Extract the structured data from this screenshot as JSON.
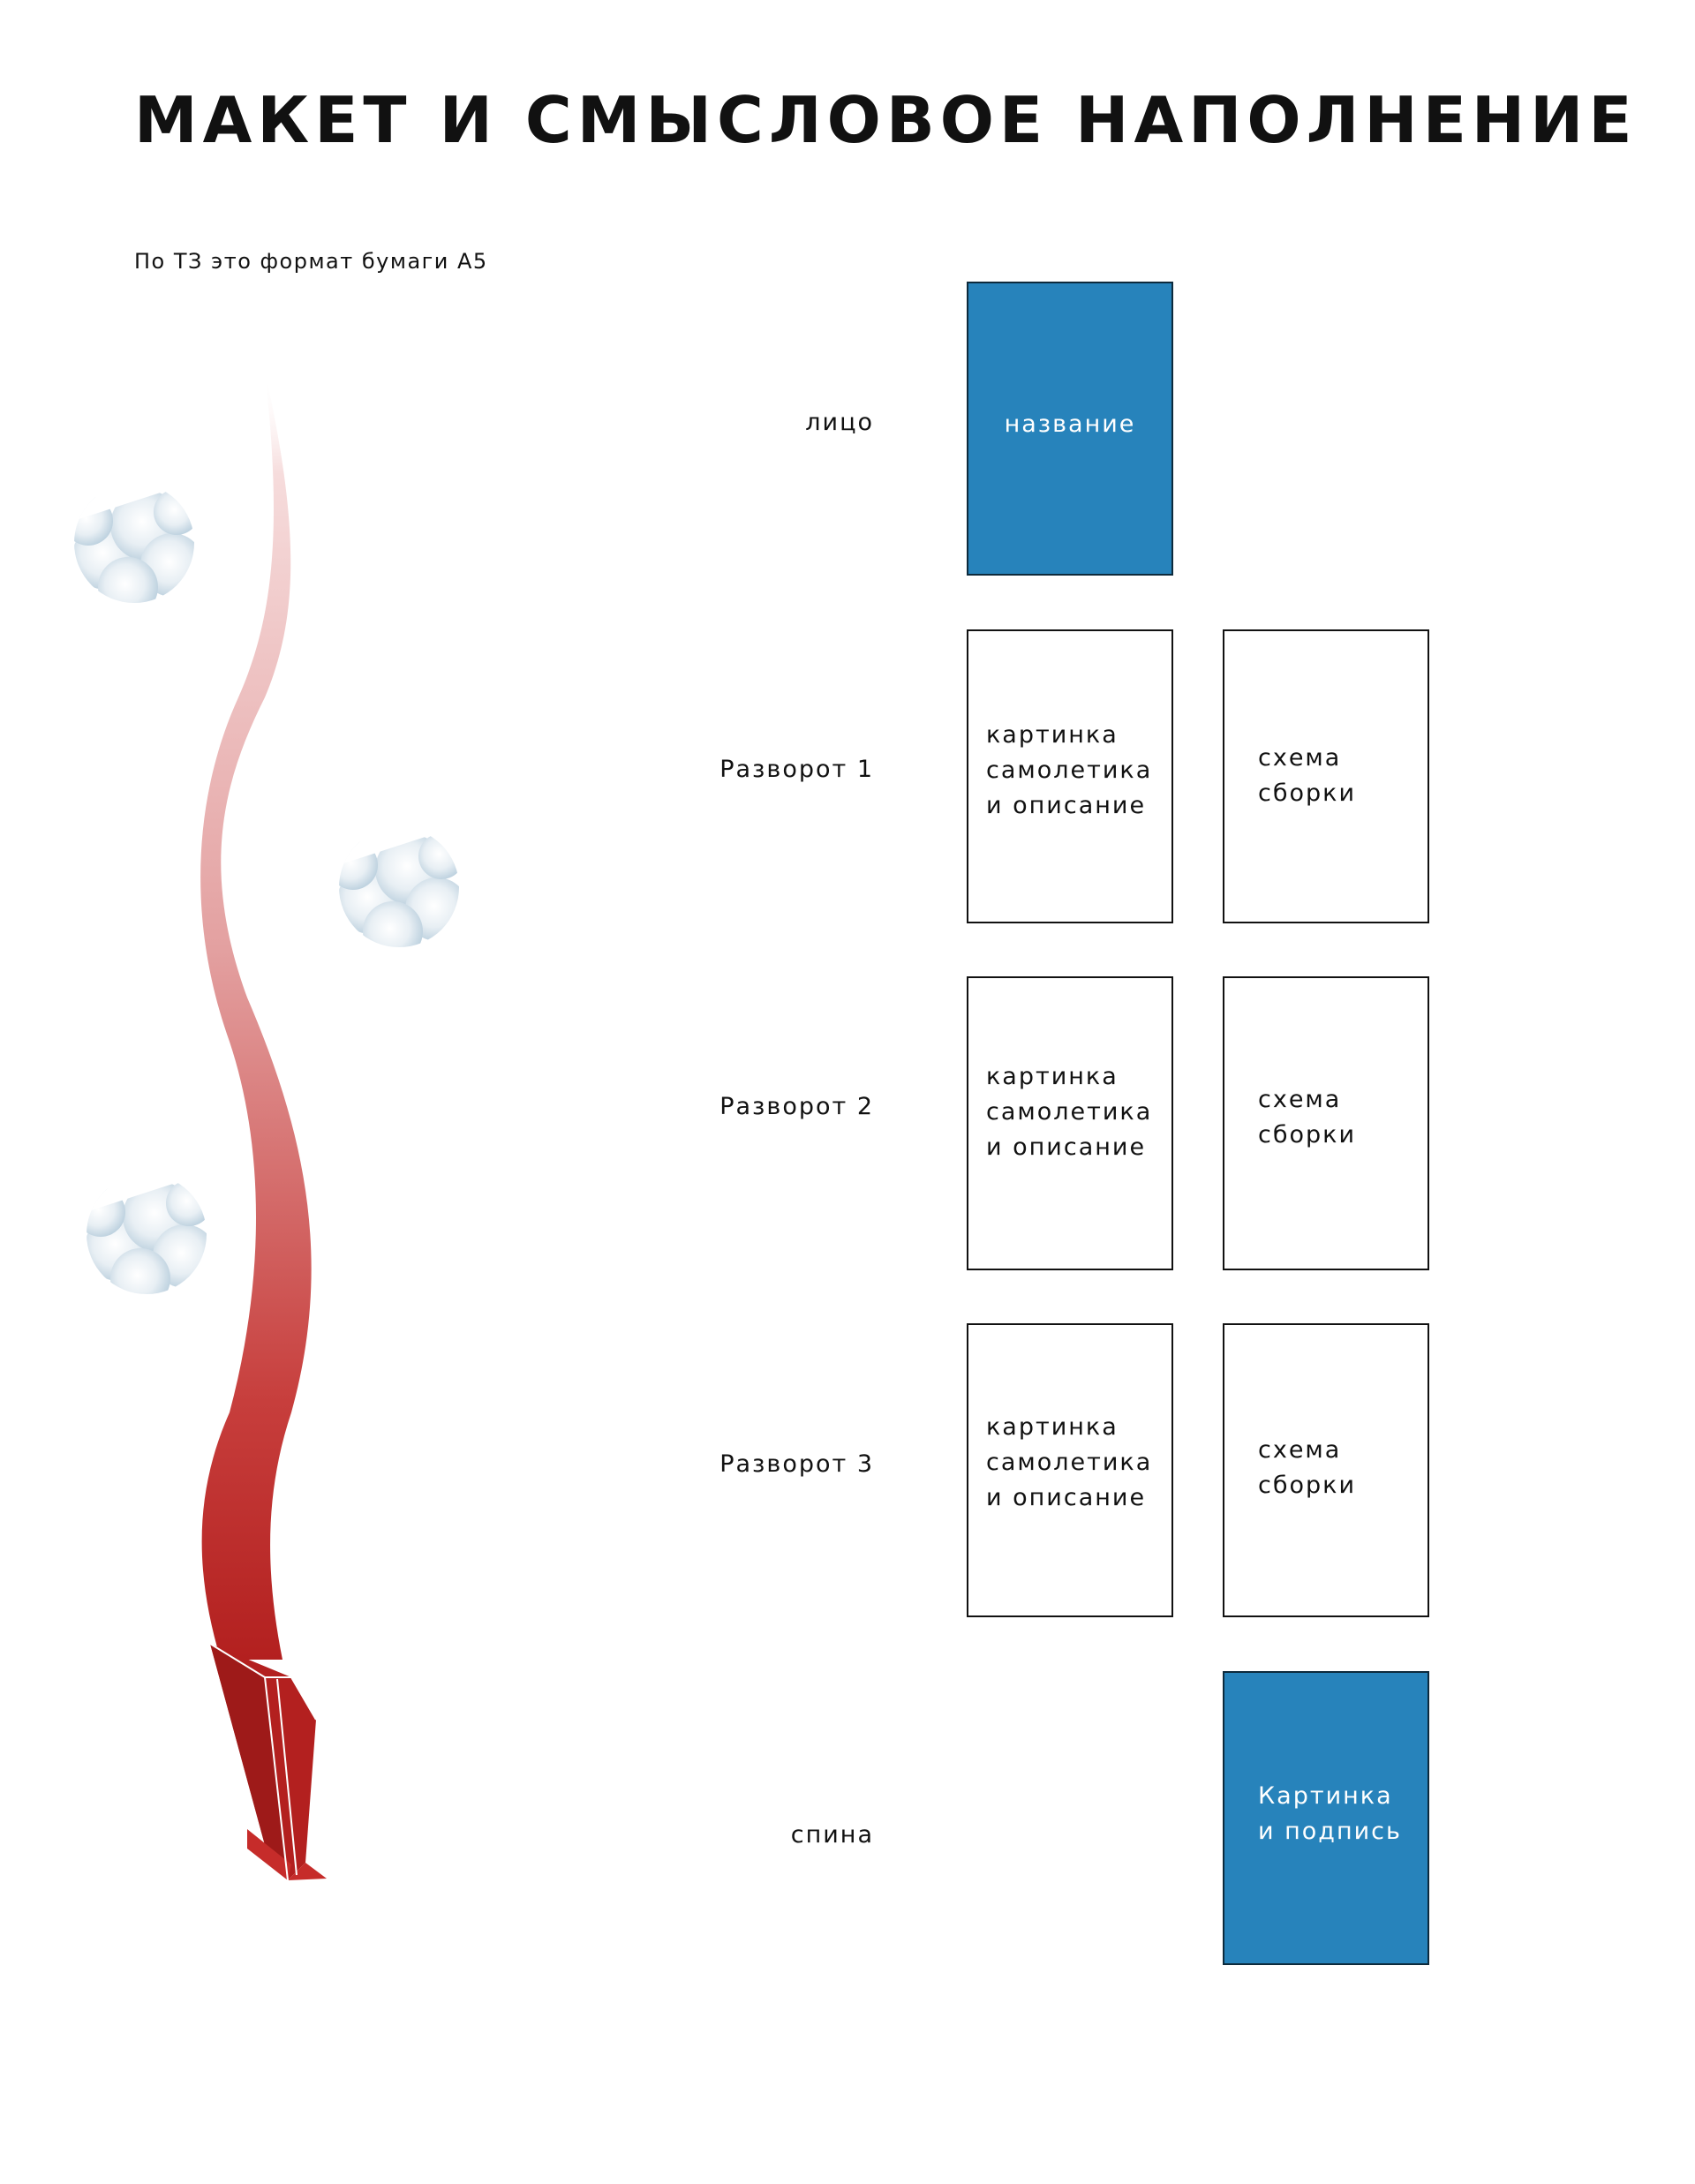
{
  "title": "МАКЕТ И СМЫСЛОВОЕ НАПОЛНЕНИЕ",
  "subtitle": "По ТЗ это формат бумаги А5",
  "colors": {
    "accent_blue": "#2783bb",
    "trail_red": "#b3201f",
    "text": "#111111"
  },
  "rows": [
    {
      "label": "лицо",
      "pages": [
        {
          "text": "название",
          "filled": true
        }
      ]
    },
    {
      "label": "Разворот 1",
      "pages": [
        {
          "text": "картинка\nсамолетика\nи описание",
          "filled": false
        },
        {
          "text": "схема\nсборки",
          "filled": false
        }
      ]
    },
    {
      "label": "Разворот 2",
      "pages": [
        {
          "text": "картинка\nсамолетика\nи описание",
          "filled": false
        },
        {
          "text": "схема\nсборки",
          "filled": false
        }
      ]
    },
    {
      "label": "Разворот 3",
      "pages": [
        {
          "text": "картинка\nсамолетика\nи описание",
          "filled": false
        },
        {
          "text": "схема\nсборки",
          "filled": false
        }
      ]
    },
    {
      "label": "спина",
      "pages": [
        {
          "text": "Картинка\nи подпись",
          "filled": true
        }
      ]
    }
  ],
  "decorations": [
    "paper-plane-icon",
    "cloud-icon",
    "cloud-icon",
    "cloud-icon"
  ]
}
